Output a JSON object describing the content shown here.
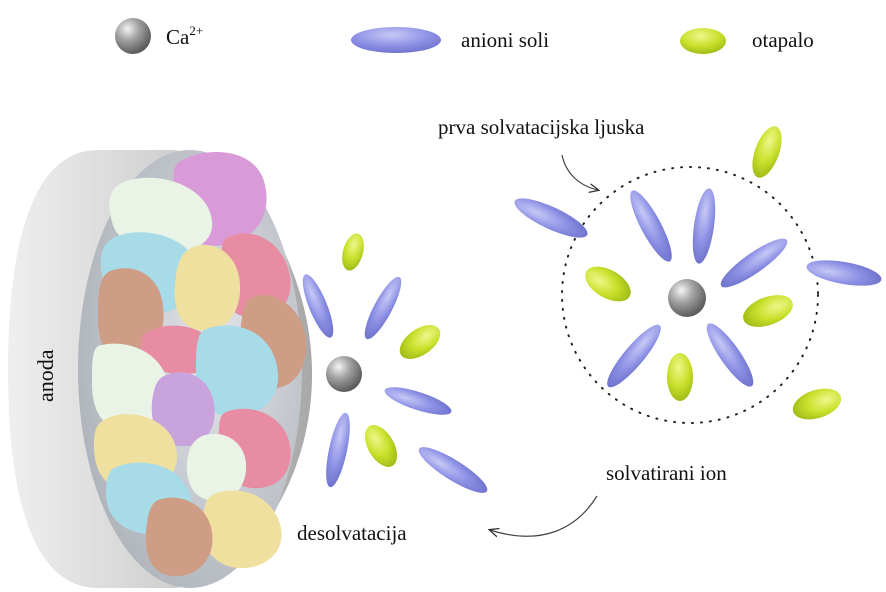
{
  "legend": {
    "ion_label": "Ca",
    "ion_charge": "2+",
    "anion_label": "anioni soli",
    "solvent_label": "otapalo"
  },
  "labels": {
    "shell": "prva solvatacijska ljuska",
    "solvated": "solvatirani ion",
    "desolvation": "desolvatacija",
    "anode": "anoda"
  },
  "colors": {
    "anion": "#8f93e6",
    "solvent": "#c8e02a",
    "ion": "#8c8c8c",
    "anode_rim": "#b9b9b9",
    "anode_face": "#cfd3d9"
  }
}
